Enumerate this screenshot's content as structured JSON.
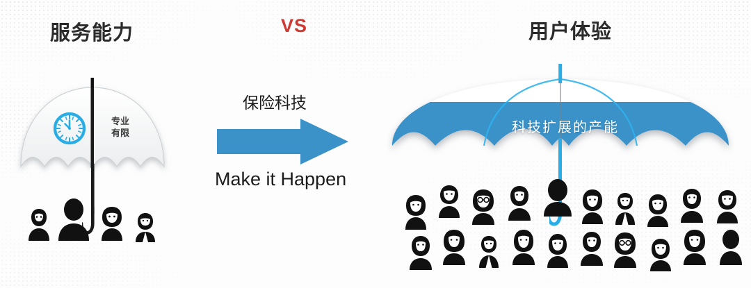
{
  "slide": {
    "background_color": "#fdfdfd",
    "accent_blue": "#3a92c9",
    "handle_blue": "#29ade4",
    "vs_red": "#cc3a33",
    "text_dark": "#2b2b2b"
  },
  "headings": {
    "left": "服务能力",
    "vs": "VS",
    "right": "用户体验"
  },
  "center": {
    "top_label": "保险科技",
    "bottom_label": "Make it Happen",
    "arrow_icon": "right-arrow-icon",
    "arrow_color": "#3a92c9"
  },
  "left_panel": {
    "umbrella_icon": "small-white-umbrella-icon",
    "canopy_color": "#f7f8f8",
    "pole_color": "#1a1a1a",
    "clock_icon": "clock-icon",
    "clock_color": "#29ade4",
    "label_line1": "专业",
    "label_line2": "有限",
    "people_icon": "people-group-icon",
    "people_count": 4,
    "people": [
      {
        "type": "man-with-beard-icon"
      },
      {
        "type": "man-silhouette-icon"
      },
      {
        "type": "woman-curly-hair-icon"
      },
      {
        "type": "man-short-hair-icon"
      }
    ]
  },
  "right_panel": {
    "umbrella_icon": "large-blue-umbrella-icon",
    "canopy_top_color": "#ffffff",
    "canopy_bottom_color": "#3a92c9",
    "pole_color": "#29ade4",
    "label": "科技扩展的产能",
    "people_icon": "crowd-group-icon",
    "people_count": 20,
    "rows": [
      {
        "row": 1,
        "count": 10,
        "people": [
          {
            "type": "woman-curly-hair-icon"
          },
          {
            "type": "woman-short-hair-icon"
          },
          {
            "type": "woman-glasses-icon"
          },
          {
            "type": "man-with-beard-icon"
          },
          {
            "type": "man-silhouette-icon"
          },
          {
            "type": "woman-long-hair-icon"
          },
          {
            "type": "man-suit-icon"
          },
          {
            "type": "woman-bob-hair-icon"
          },
          {
            "type": "man-with-beard-icon"
          },
          {
            "type": "man-short-hair-icon"
          }
        ]
      },
      {
        "row": 2,
        "count": 10,
        "people": [
          {
            "type": "man-with-beard-icon"
          },
          {
            "type": "woman-curly-hair-icon"
          },
          {
            "type": "man-suit-icon"
          },
          {
            "type": "woman-bob-hair-icon"
          },
          {
            "type": "woman-short-hair-icon"
          },
          {
            "type": "man-with-beard-icon"
          },
          {
            "type": "woman-glasses-icon"
          },
          {
            "type": "woman-bob-hair-icon"
          },
          {
            "type": "woman-curly-hair-icon"
          },
          {
            "type": "man-silhouette-icon"
          }
        ]
      }
    ]
  }
}
